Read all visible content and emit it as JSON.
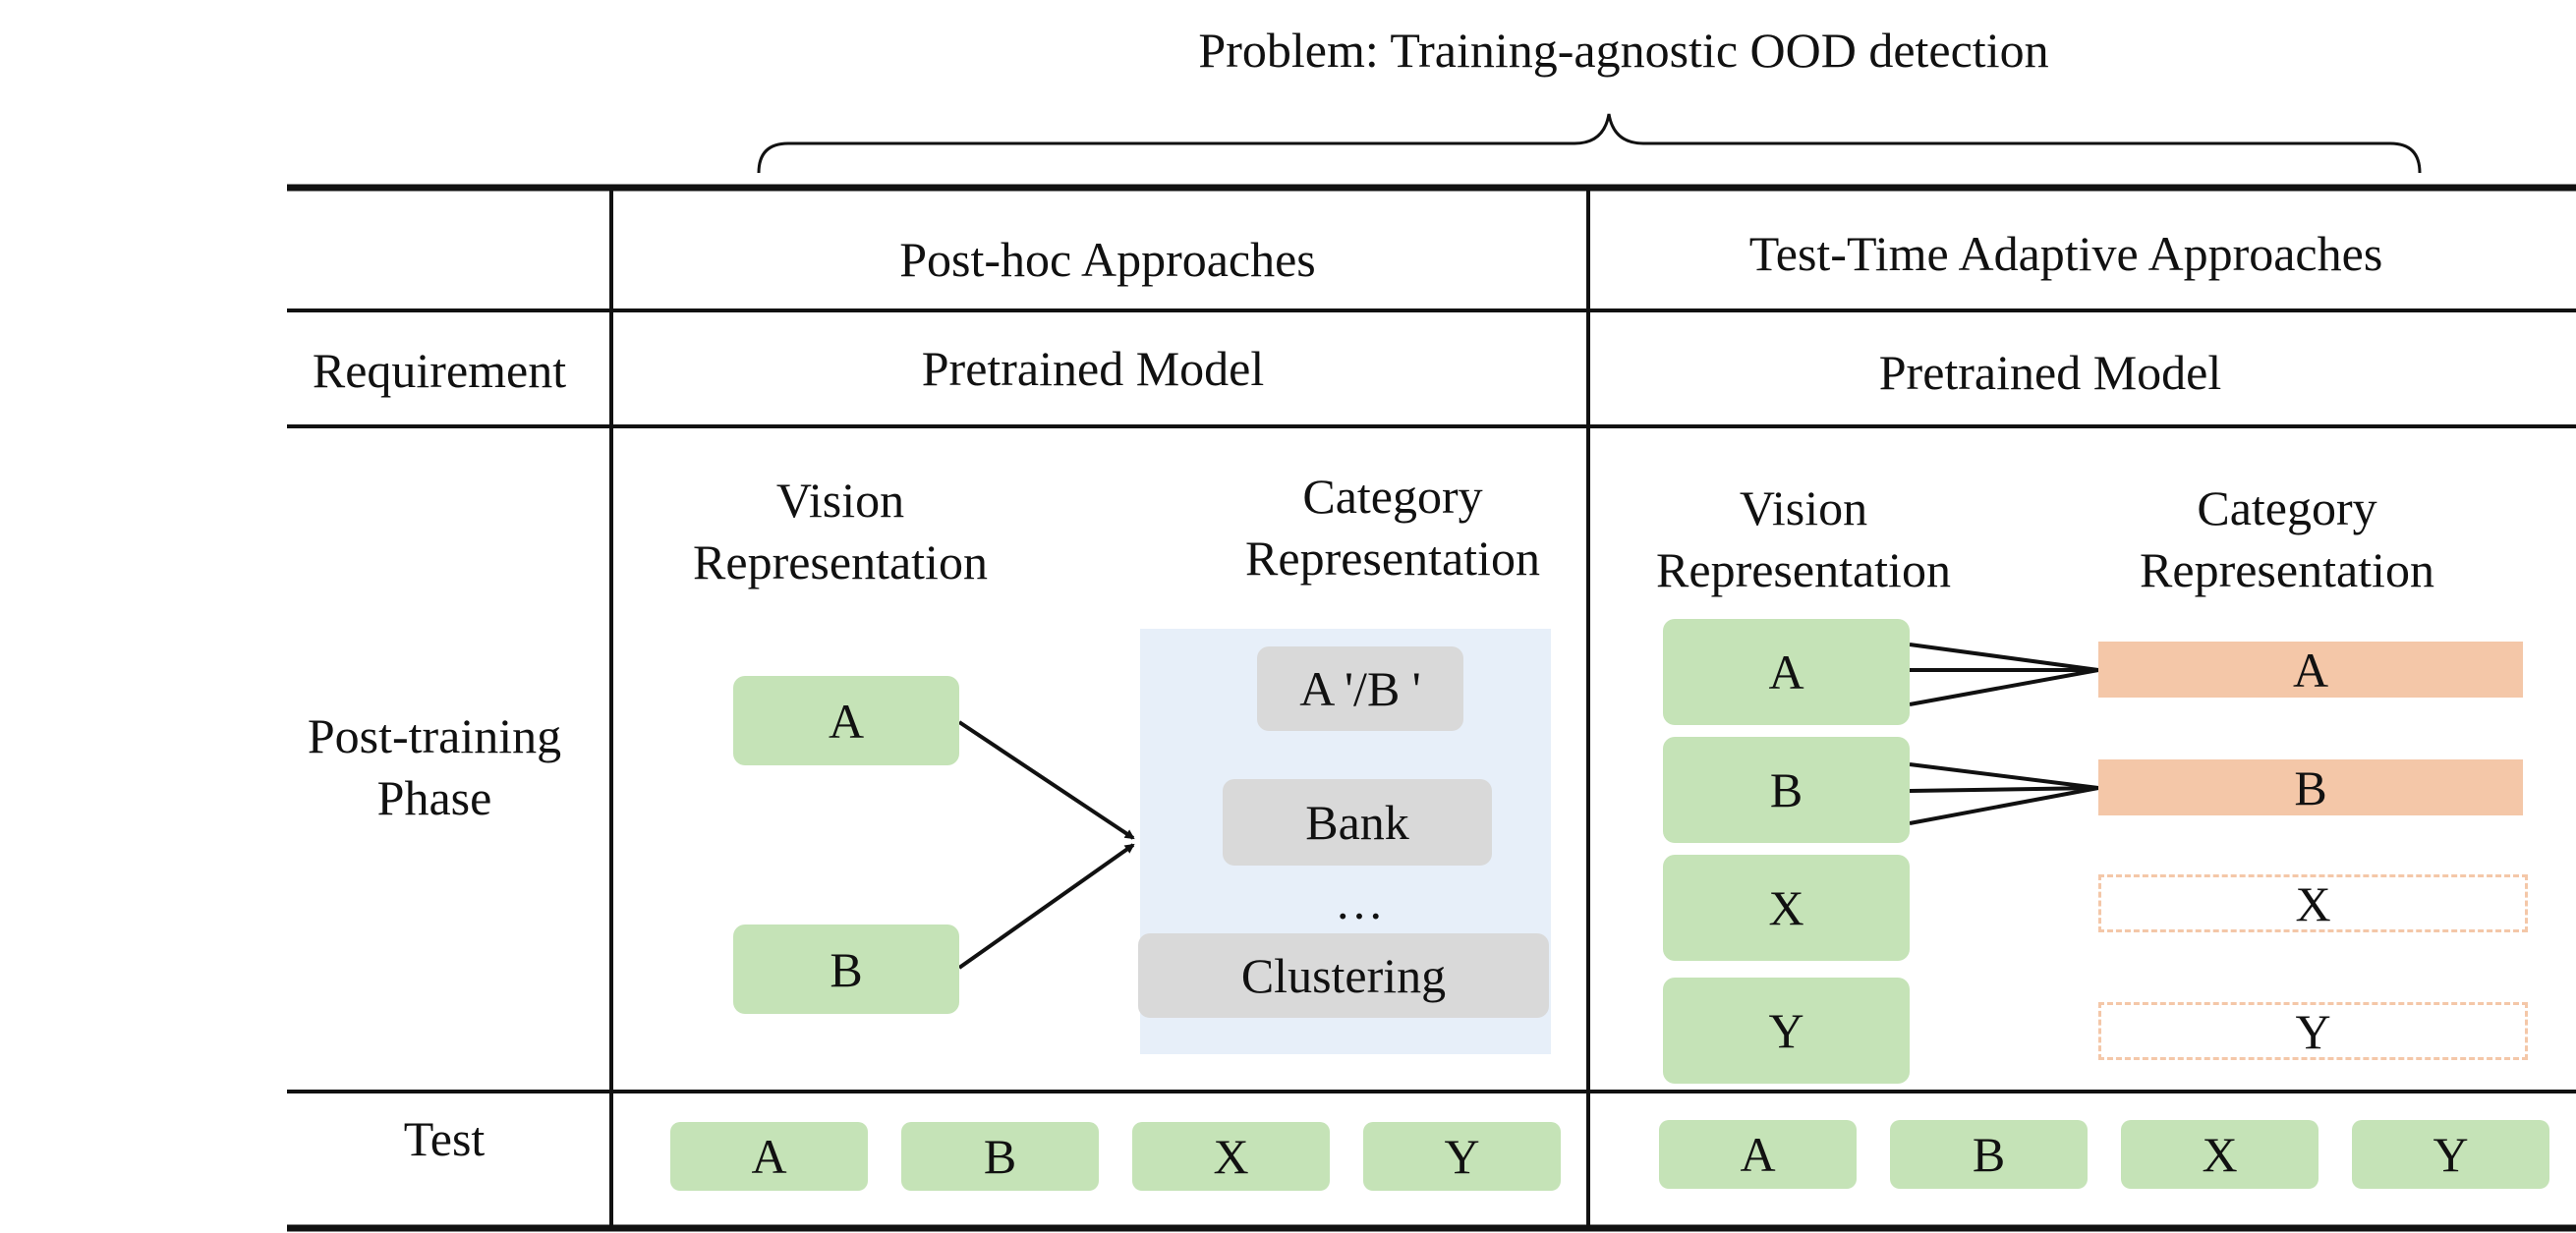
{
  "title": "Problem: Training-agnostic OOD detection",
  "columns": {
    "posthoc": "Post-hoc Approaches",
    "tta": "Test-Time Adaptive Approaches"
  },
  "rows": {
    "requirement": "Requirement",
    "post_training": [
      "Post-training",
      "Phase"
    ],
    "test": "Test"
  },
  "requirement": {
    "posthoc": "Pretrained Model",
    "tta": "Pretrained Model"
  },
  "posthoc": {
    "vision_header": [
      "Vision",
      "Representation"
    ],
    "category_header": [
      "Category",
      "Representation"
    ],
    "vision_items": [
      "A",
      "B"
    ],
    "category_items": [
      "A '/B '",
      "Bank",
      "…",
      "Clustering"
    ]
  },
  "tta": {
    "vision_header": [
      "Vision",
      "Representation"
    ],
    "category_header": [
      "Category",
      "Representation"
    ],
    "vision_items": [
      "A",
      "B",
      "X",
      "Y"
    ],
    "category_items": [
      "A",
      "B",
      "X",
      "Y"
    ]
  },
  "test": {
    "posthoc": [
      "A",
      "B",
      "X",
      "Y"
    ],
    "tta": [
      "A",
      "B",
      "X",
      "Y"
    ]
  },
  "colors": {
    "green": "#c5e3b7",
    "gray": "#d9d9d9",
    "orange": "#f4c7a8",
    "panel": "#e7eff9"
  }
}
